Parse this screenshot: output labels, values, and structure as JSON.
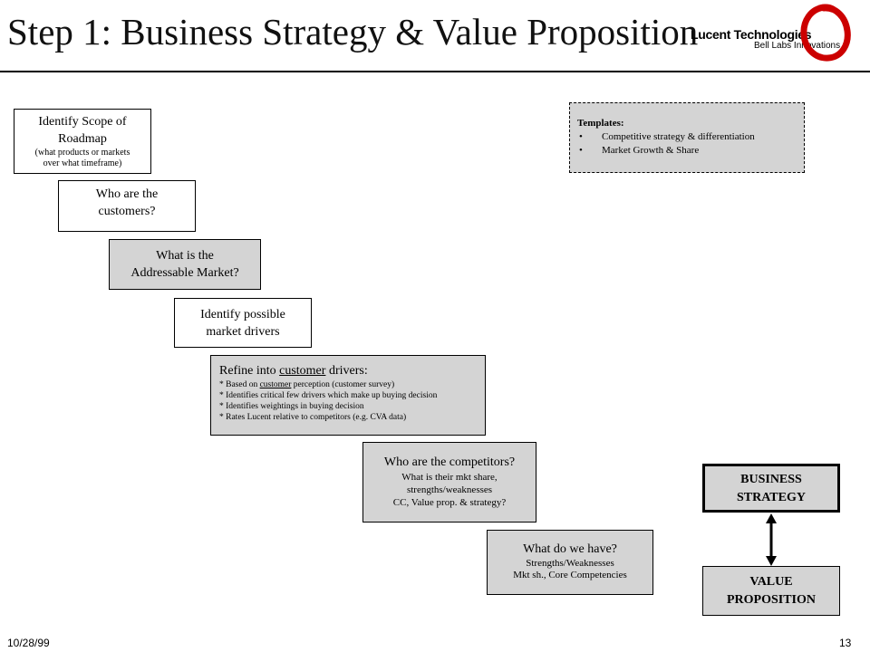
{
  "slide": {
    "title": "Step 1: Business Strategy & Value Proposition",
    "footer_date": "10/28/99",
    "page_number": "13"
  },
  "logo": {
    "company": "Lucent Technologies",
    "tagline": "Bell Labs Innovations",
    "ring_color": "#cc0000",
    "icon": "innovation-ring-icon"
  },
  "steps": {
    "scope": {
      "line1": "Identify Scope of",
      "line2": "Roadmap",
      "note1": "(what products or markets",
      "note2": "over what timeframe)"
    },
    "customers": {
      "line1": "Who are the",
      "line2": "customers?"
    },
    "market": {
      "line1": "What is the",
      "line2": "Addressable Market?"
    },
    "drivers": {
      "line1": "Identify possible",
      "line2": "market drivers"
    },
    "refine": {
      "head_prefix": "Refine into ",
      "head_underlined": "customer",
      "head_suffix": " drivers:",
      "bullet1_prefix": "*  Based on ",
      "bullet1_underlined": "customer",
      "bullet1_suffix": " perception (customer survey)",
      "bullet2": "*  Identifies critical few drivers which make up buying decision",
      "bullet3": "*  Identifies weightings in buying decision",
      "bullet4": "*  Rates Lucent relative to competitors (e.g. CVA data)"
    },
    "competitors": {
      "heading": "Who are the competitors?",
      "line1": "What is their mkt share,",
      "line2": "strengths/weaknesses",
      "line3": "CC, Value prop. & strategy?"
    },
    "have": {
      "heading": "What do we have?",
      "line1": "Strengths/Weaknesses",
      "line2": "Mkt sh., Core Competencies"
    }
  },
  "templates": {
    "heading": "Templates:",
    "items": [
      "Competitive strategy & differentiation",
      "Market Growth & Share"
    ],
    "bullet": "•"
  },
  "strategy": {
    "business": {
      "line1": "BUSINESS",
      "line2": "STRATEGY"
    },
    "value": {
      "line1": "VALUE",
      "line2": "PROPOSITION"
    }
  },
  "colors": {
    "box_fill_grey": "#d4d4d4",
    "box_fill_white": "#ffffff"
  }
}
